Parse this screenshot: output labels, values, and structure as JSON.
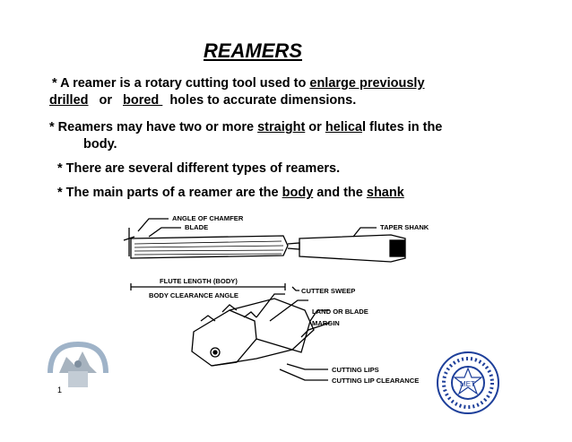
{
  "slide": {
    "title": "REAMERS",
    "bullet1": {
      "line1_lead": "*  A reamer is a rotary cutting tool used to ",
      "line1_link": "enlarge previously ",
      "line2_a": "drilled",
      "line2_b": "or",
      "line2_c": "bored ",
      "line2_d": "holes to accurate dimensions."
    },
    "bullet2": {
      "lead": "*  Reamers may have two or more ",
      "kw1": "straight",
      "mid": " or ",
      "kw2": "helica",
      "tail": "l flutes in the",
      "line2": "body."
    },
    "bullet3": "* There are several different types of reamers.",
    "bullet4": {
      "lead": "* The main parts of a reamer are the ",
      "kw1": "body",
      "mid": " and the ",
      "kw2": "shank"
    },
    "page_number": "1"
  },
  "diagram_labels": {
    "angle_of_chamfer": "ANGLE OF CHAMFER",
    "blade": "BLADE",
    "taper_shank": "TAPER SHANK",
    "flute_length": "FLUTE LENGTH (BODY)",
    "body_clearance_angle": "BODY CLEARANCE ANGLE",
    "cutter_sweep": "CUTTER SWEEP",
    "land_or_blade": "LAND OR BLADE",
    "margin": "MARGIN",
    "cutting_lips": "CUTTING LIPS",
    "cutting_lip_clearance": "CUTTING LIP CLEARANCE"
  },
  "icons": {
    "left_logo": "college-emblem-icon",
    "right_logo": "institute-seal-icon"
  },
  "colors": {
    "text": "#000000",
    "logo_blue": "#1d3f9a",
    "logo_light": "#9fb3c8"
  }
}
